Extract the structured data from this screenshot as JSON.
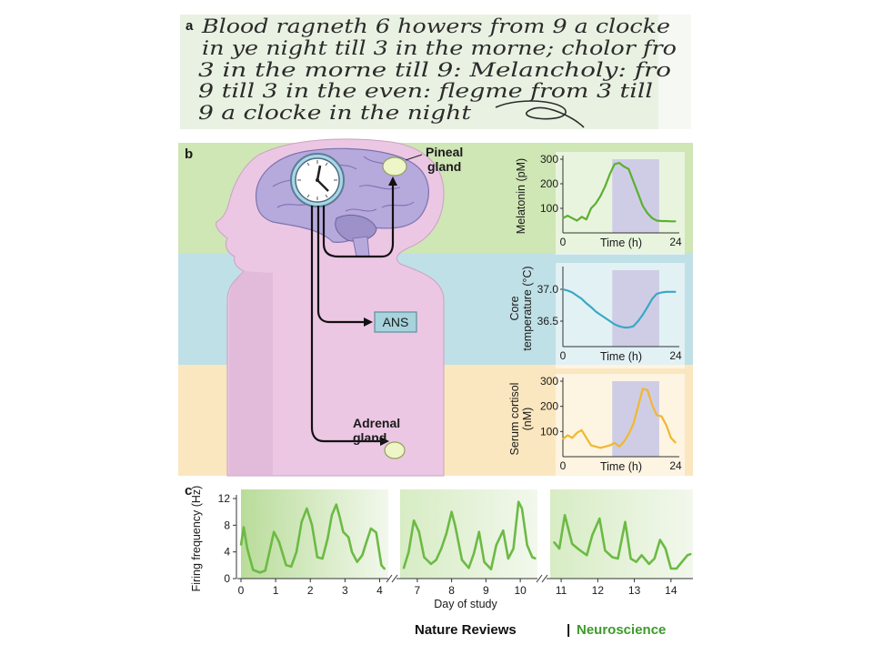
{
  "panel_a": {
    "letter": "a",
    "manuscript_lines": [
      "Blood ragneth 6 howers from 9 a clocke",
      "in ye night till 3 in the morne; cholor fro",
      "3 in the morne till 9: Melancholy: fro",
      "9 till 3 in the even: flegme from 3 till",
      "9 a clocke in the night"
    ]
  },
  "panel_b": {
    "letter": "b",
    "labels": {
      "pineal_line1": "Pineal",
      "pineal_line2": "gland",
      "ans": "ANS",
      "adrenal_line1": "Adrenal",
      "adrenal_line2": "gland"
    },
    "colors": {
      "green_band": "#cfe6b5",
      "blue_band": "#bfe0e6",
      "orange_band": "#fbe7bf",
      "head_silhouette": "#ecc7e4",
      "night_shade": "#cfcde6",
      "brain": "#b6a9dc",
      "melatonin_line": "#5cb030",
      "temperature_line": "#3aa8c4",
      "cortisol_line": "#f0b830"
    }
  },
  "chart_data": [
    {
      "type": "line",
      "panel": "b-top",
      "ylabel": "Melatonin (pM)",
      "xlabel": "Time (h)",
      "xlim": [
        0,
        24
      ],
      "ylim": [
        0,
        300
      ],
      "xticks": [
        "0",
        "24"
      ],
      "yticks": [
        "100",
        "200",
        "300"
      ],
      "shaded_x": [
        10.5,
        20.5
      ],
      "x": [
        0,
        1,
        2,
        3,
        4,
        5,
        6,
        7,
        8,
        9,
        10,
        11,
        12,
        13,
        14,
        15,
        16,
        17,
        18,
        19,
        20,
        21,
        22,
        23,
        24
      ],
      "y": [
        60,
        70,
        60,
        50,
        65,
        55,
        100,
        120,
        150,
        190,
        240,
        280,
        285,
        270,
        260,
        210,
        160,
        110,
        80,
        60,
        50,
        48,
        48,
        47,
        47
      ]
    },
    {
      "type": "line",
      "panel": "b-middle",
      "ylabel": "Core temperature (°C)",
      "xlabel": "Time (h)",
      "xlim": [
        0,
        24
      ],
      "ylim": [
        36.1,
        37.3
      ],
      "xticks": [
        "0",
        "24"
      ],
      "yticks": [
        "36.5",
        "37.0"
      ],
      "shaded_x": [
        10.5,
        20.5
      ],
      "x": [
        0,
        1,
        2,
        3,
        4,
        5,
        6,
        7,
        8,
        9,
        10,
        11,
        12,
        13,
        14,
        15,
        16,
        17,
        18,
        19,
        20,
        21,
        22,
        23,
        24
      ],
      "y": [
        37.0,
        36.98,
        36.95,
        36.9,
        36.85,
        36.78,
        36.72,
        36.65,
        36.6,
        36.55,
        36.5,
        36.45,
        36.42,
        36.4,
        36.4,
        36.42,
        36.5,
        36.6,
        36.72,
        36.85,
        36.93,
        36.95,
        36.96,
        36.96,
        36.96
      ]
    },
    {
      "type": "line",
      "panel": "b-bottom",
      "ylabel": "Serum cortisol (nM)",
      "xlabel": "Time (h)",
      "xlim": [
        0,
        24
      ],
      "ylim": [
        0,
        300
      ],
      "xticks": [
        "0",
        "24"
      ],
      "yticks": [
        "100",
        "200",
        "300"
      ],
      "shaded_x": [
        10.5,
        20.5
      ],
      "x": [
        0,
        1,
        2,
        3,
        4,
        5,
        6,
        7,
        8,
        9,
        10,
        11,
        12,
        13,
        14,
        15,
        16,
        17,
        18,
        19,
        20,
        21,
        22,
        23,
        24
      ],
      "y": [
        70,
        85,
        75,
        95,
        105,
        75,
        45,
        40,
        35,
        40,
        45,
        55,
        40,
        60,
        90,
        130,
        200,
        270,
        265,
        205,
        165,
        160,
        125,
        75,
        55
      ]
    },
    {
      "type": "line",
      "panel": "c",
      "ylabel": "Firing frequency (Hz)",
      "xlabel": "Day of study",
      "ylim": [
        0,
        12
      ],
      "yticks": [
        "0",
        "4",
        "8",
        "12"
      ],
      "segments": [
        {
          "xlim": [
            0,
            4.25
          ],
          "xticks": [
            "0",
            "1",
            "2",
            "3",
            "4"
          ],
          "x": [
            0,
            0.08,
            0.18,
            0.35,
            0.55,
            0.7,
            0.82,
            0.95,
            1.1,
            1.3,
            1.45,
            1.6,
            1.75,
            1.9,
            2.05,
            2.2,
            2.35,
            2.5,
            2.62,
            2.75,
            2.85,
            2.95,
            3.1,
            3.2,
            3.35,
            3.5,
            3.62,
            3.75,
            3.9,
            4.05,
            4.15
          ],
          "y": [
            5,
            7.7,
            4.5,
            1.3,
            0.9,
            1.2,
            4,
            7,
            5.5,
            2,
            1.8,
            4,
            8.5,
            10.5,
            8,
            3.2,
            3,
            6,
            9.5,
            11.1,
            9.2,
            7,
            6.2,
            4,
            2.5,
            3.5,
            5.5,
            7.5,
            6.9,
            2,
            1.4
          ]
        },
        {
          "xlim": [
            6.5,
            10.5
          ],
          "xticks": [
            "7",
            "8",
            "9",
            "10"
          ],
          "x": [
            6.6,
            6.75,
            6.9,
            7.05,
            7.2,
            7.4,
            7.55,
            7.7,
            7.85,
            8.0,
            8.1,
            8.3,
            8.5,
            8.65,
            8.8,
            8.95,
            9.15,
            9.3,
            9.5,
            9.65,
            9.8,
            9.95,
            10.05,
            10.2,
            10.35,
            10.45
          ],
          "y": [
            1.5,
            4,
            8.7,
            7,
            3.2,
            2.2,
            2.8,
            4.5,
            6.8,
            10,
            8,
            2.8,
            1.6,
            3.8,
            7,
            2.5,
            1.4,
            5,
            7.2,
            3,
            4.5,
            11.5,
            10.5,
            5,
            3.2,
            3
          ]
        },
        {
          "xlim": [
            10.7,
            14.6
          ],
          "xticks": [
            "11",
            "12",
            "13",
            "14"
          ],
          "x": [
            10.8,
            10.95,
            11.1,
            11.3,
            11.5,
            11.7,
            11.85,
            12.05,
            12.2,
            12.4,
            12.55,
            12.75,
            12.9,
            13.05,
            13.2,
            13.4,
            13.55,
            13.7,
            13.85,
            14.0,
            14.15,
            14.3,
            14.45,
            14.55
          ],
          "y": [
            5.5,
            4.5,
            9.5,
            5.2,
            4.3,
            3.5,
            6.5,
            9,
            4.2,
            3.2,
            3,
            8.5,
            3,
            2.5,
            3.5,
            2.2,
            3,
            5.8,
            4.5,
            1.5,
            1.5,
            2.5,
            3.5,
            3.7
          ]
        }
      ]
    }
  ],
  "footer": {
    "journal": "Nature Reviews",
    "separator": "|",
    "section": "Neuroscience"
  }
}
